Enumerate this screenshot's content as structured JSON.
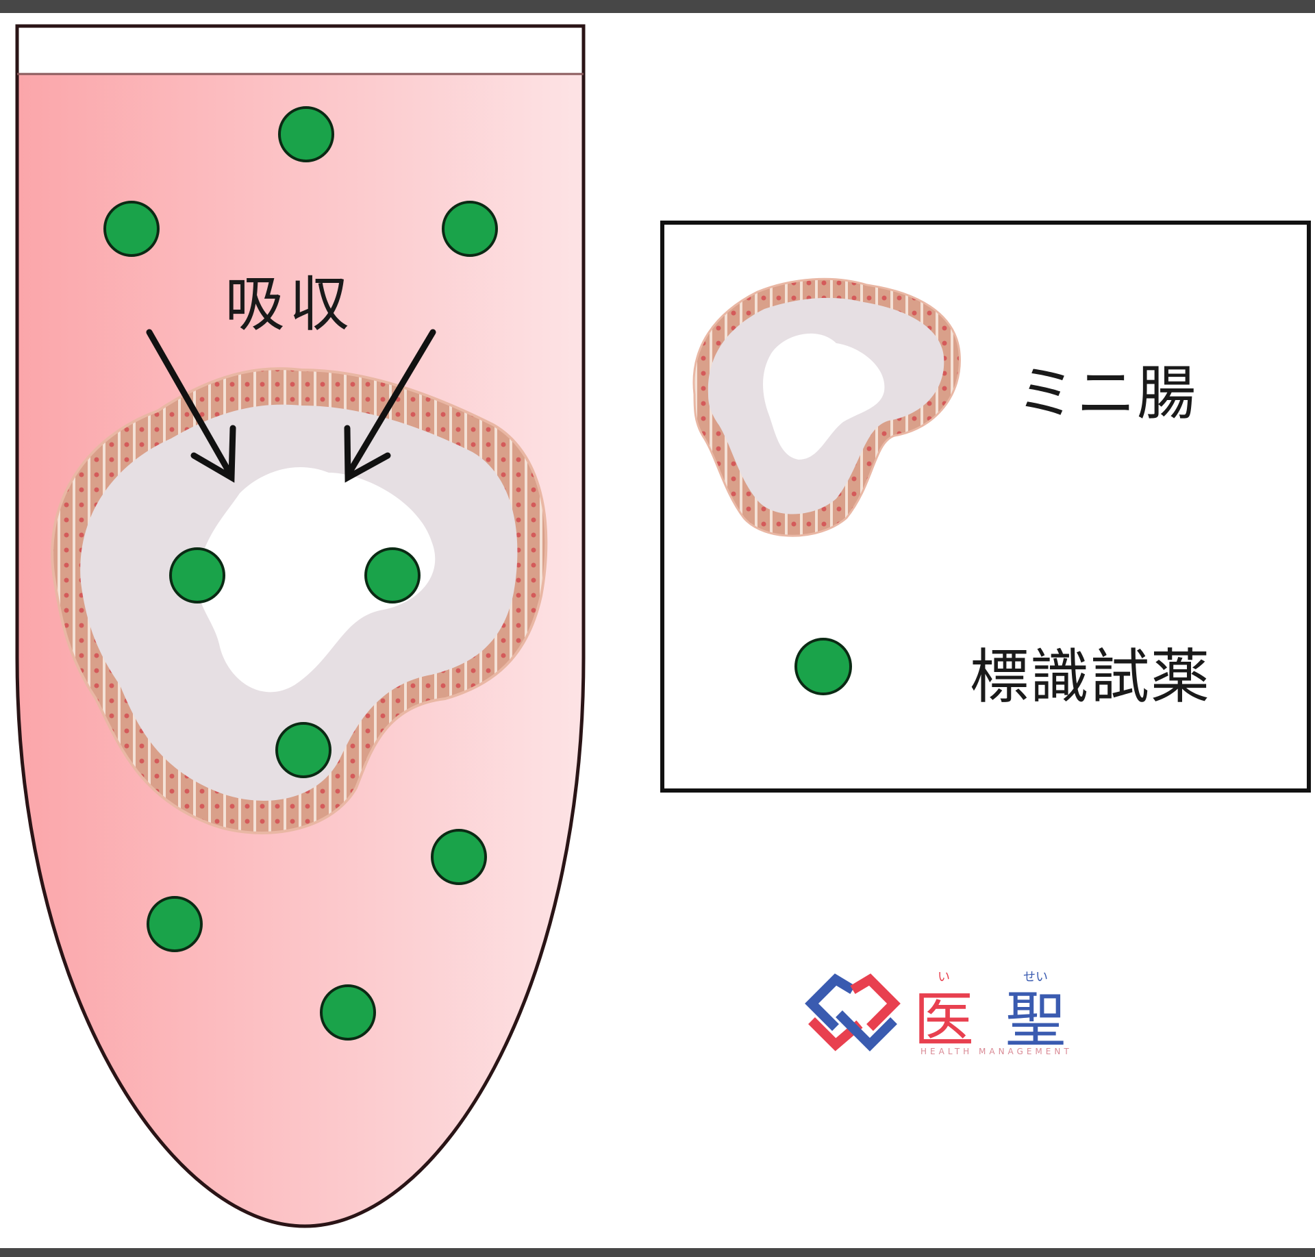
{
  "diagram": {
    "absorption_label": "吸収",
    "legend": {
      "organoid_label": "ミニ腸",
      "reagent_label": "標識試薬"
    },
    "logo": {
      "char1": "医",
      "char1_ruby": "い",
      "char2": "聖",
      "char2_ruby": "せい",
      "subtitle": "HEALTH MANAGEMENT",
      "colors": {
        "red": "#e8404f",
        "blue": "#3a5bb0"
      }
    },
    "colors": {
      "medium_left": "#fba8ab",
      "medium_right": "#fde2e4",
      "reagent_fill": "#1aa34a",
      "organoid_cells": "#d9a08a",
      "organoid_interior": "#e6dfe3"
    },
    "reagent_dots_outside": 6,
    "reagent_dots_inside": 3
  }
}
